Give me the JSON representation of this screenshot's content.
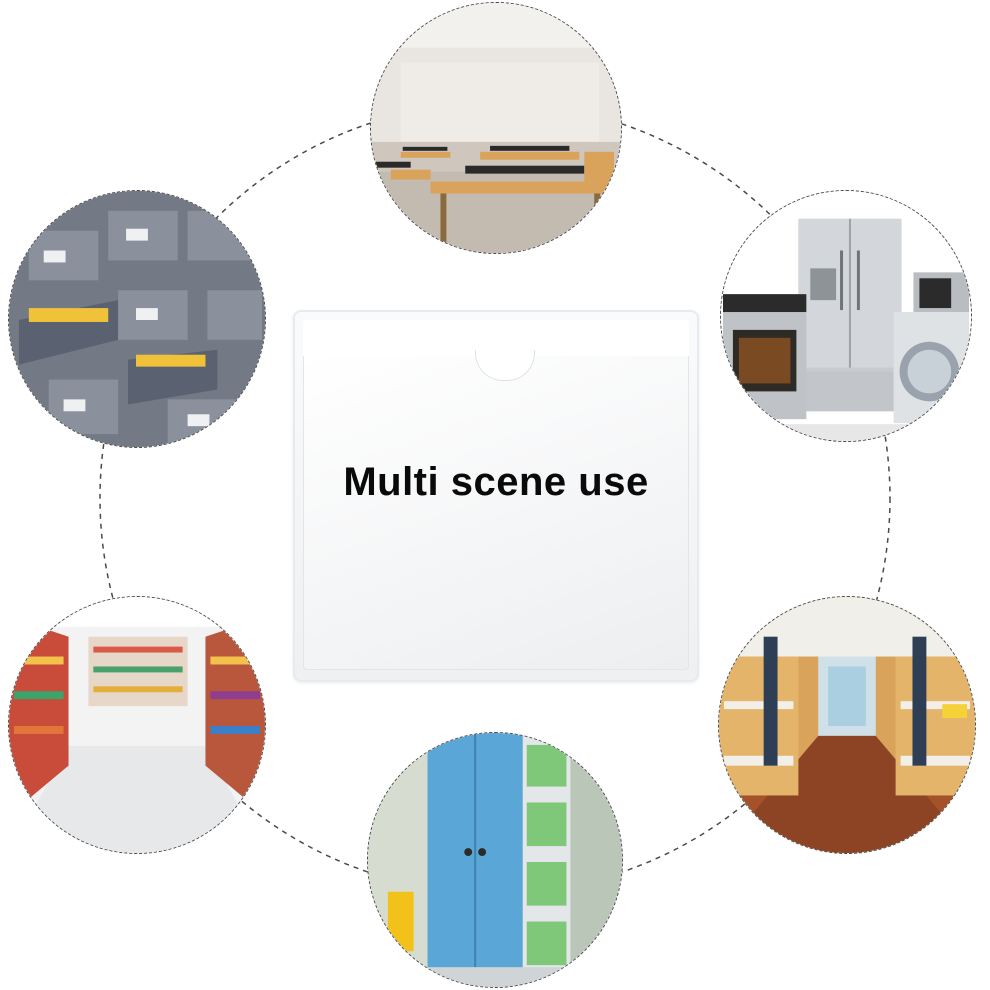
{
  "headline": "Multi scene use",
  "scenes": [
    {
      "name": "classroom",
      "icon": "classroom-scene"
    },
    {
      "name": "appliances",
      "icon": "appliances-scene"
    },
    {
      "name": "dormitory",
      "icon": "dormitory-scene"
    },
    {
      "name": "cabinet",
      "icon": "cabinet-scene"
    },
    {
      "name": "supermarket",
      "icon": "supermarket-scene"
    },
    {
      "name": "file-cabinets",
      "icon": "file-cabinet-scene"
    }
  ],
  "colors": {
    "ring": "#4a4a4a",
    "headline": "#0a0a0a",
    "cabinet_blue": "#5aa6d6",
    "bin_green": "#7fc87a",
    "wood": "#d9a35b"
  }
}
